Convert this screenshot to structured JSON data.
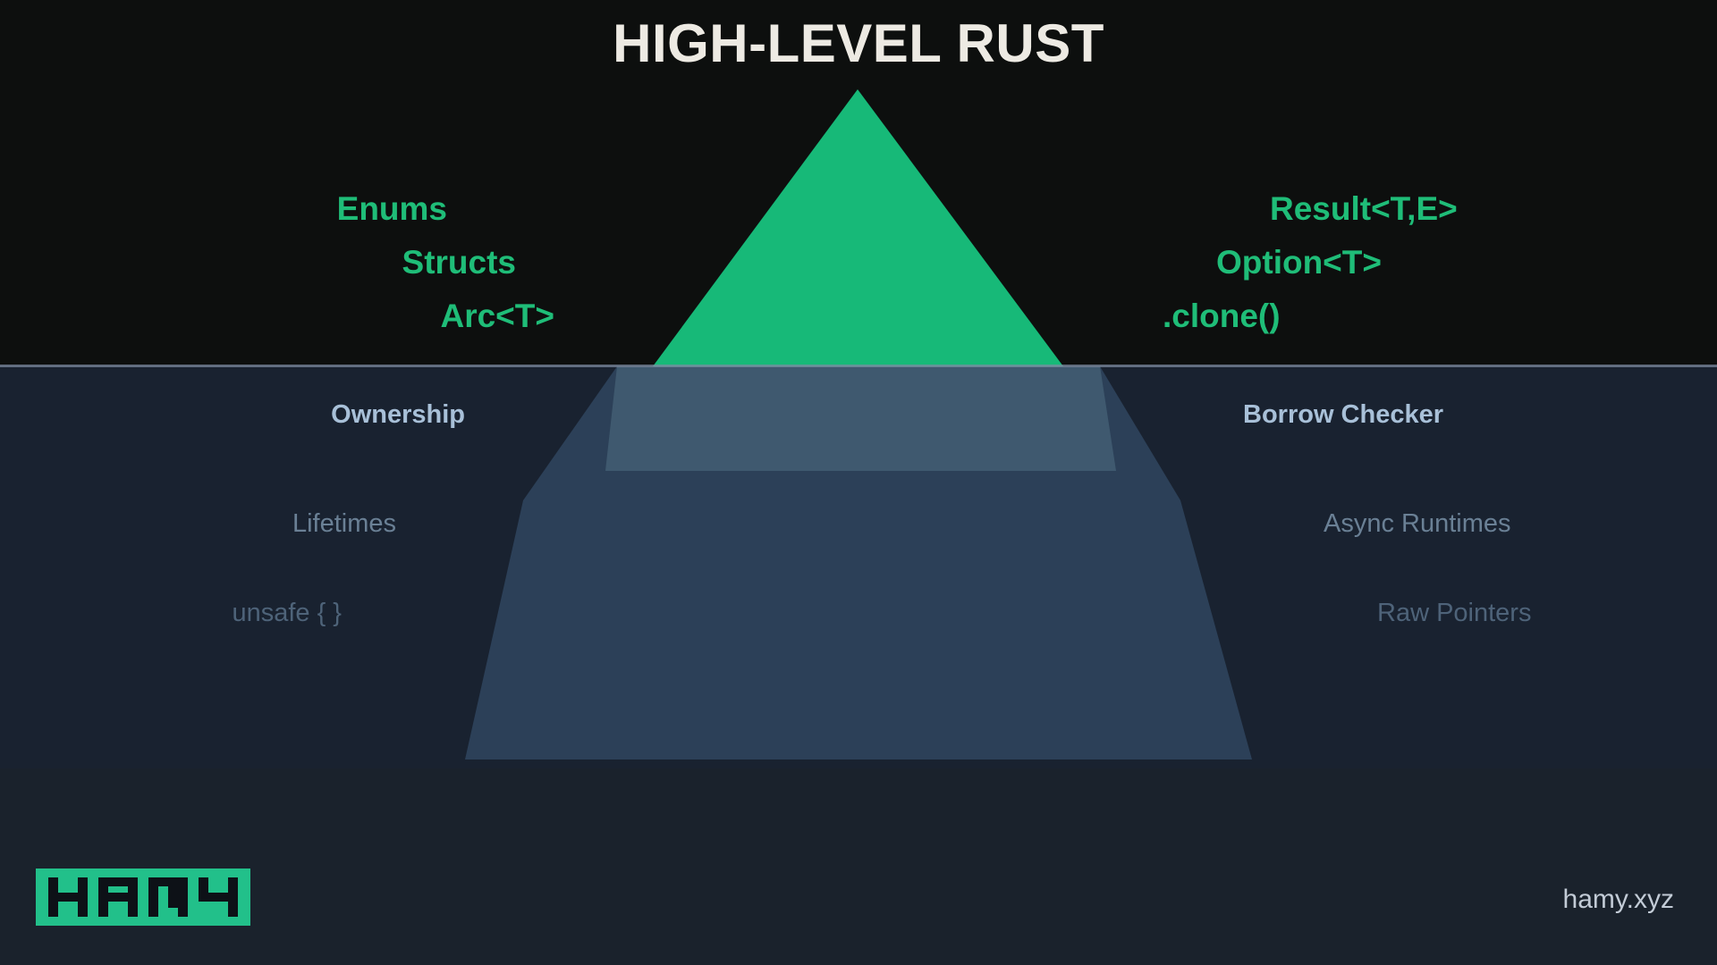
{
  "title": "HIGH-LEVEL RUST",
  "colors": {
    "accent_green": "#1fbd78",
    "iceberg_tip": "#17b978",
    "title_text": "#edeae3",
    "sky": "#0d0f0e",
    "water": "#192230",
    "water_deep": "#1a222c",
    "waterline": "#7d8ca3",
    "tier_mid_text": "#a8c0d8",
    "tier_deep_text": "#6a8095",
    "tier_abyss_text": "#4e6379",
    "logo_bg": "#22c08a",
    "logo_fg": "#0d1117"
  },
  "tiers": {
    "above_water": {
      "left": [
        "Enums",
        "Structs",
        "Arc<T>"
      ],
      "right": [
        "Result<T,E>",
        "Option<T>",
        ".clone()"
      ]
    },
    "shallow": {
      "left": [
        "Ownership"
      ],
      "right": [
        "Borrow Checker"
      ]
    },
    "deep": {
      "left": [
        "Lifetimes"
      ],
      "right": [
        "Async Runtimes"
      ]
    },
    "abyss": {
      "left": [
        "unsafe { }"
      ],
      "right": [
        "Raw Pointers"
      ]
    }
  },
  "footer": {
    "logo_text": "HAMY",
    "site": "hamy.xyz"
  }
}
